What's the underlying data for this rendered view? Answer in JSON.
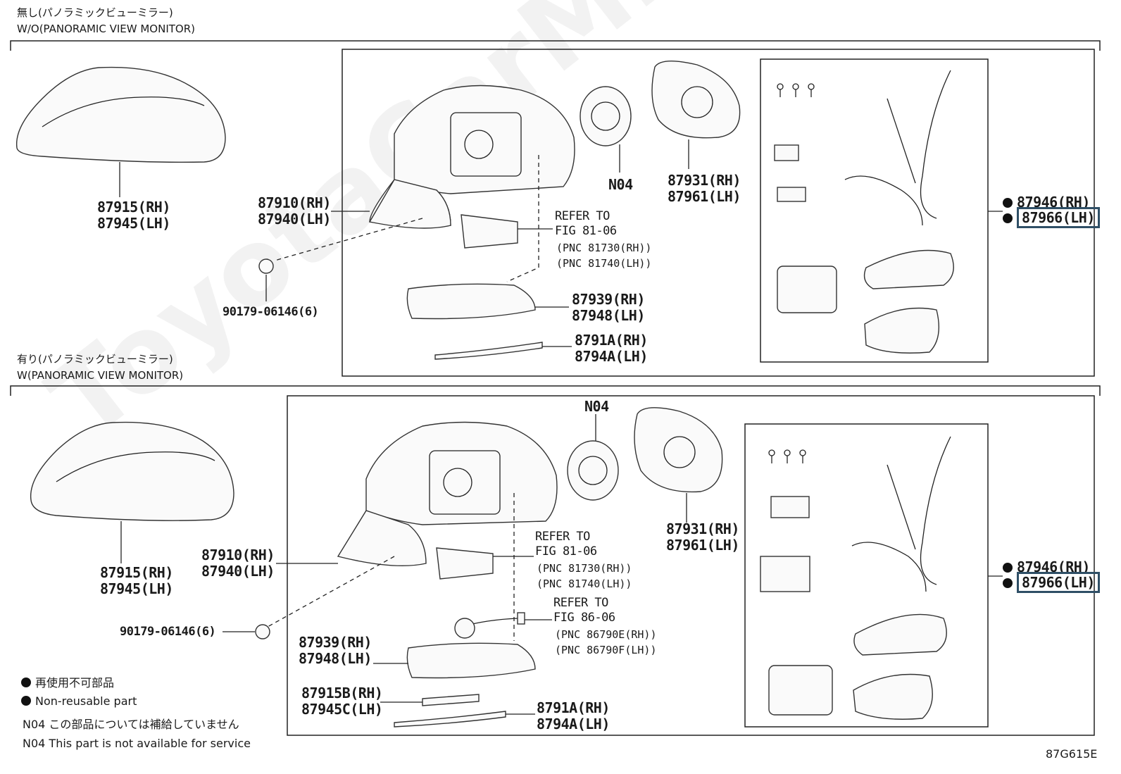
{
  "top": {
    "header_jp": "無し(パノラミックビューミラー)",
    "header_en": "W/O(PANORAMIC VIEW MONITOR)",
    "cover": [
      "87915(RH)",
      "87945(LH)"
    ],
    "mirror": [
      "87910(RH)",
      "87940(LH)"
    ],
    "clip": "90179-06146(6)",
    "n04": "N04",
    "glass": [
      "87931(RH)",
      "87961(LH)"
    ],
    "refer": [
      "REFER TO",
      "FIG 81-06",
      "(PNC 81730(RH))",
      "(PNC 81740(LH))"
    ],
    "lamp": [
      "87939(RH)",
      "87948(LH)"
    ],
    "trim": [
      "8791A(RH)",
      "8794A(LH)"
    ],
    "kit": [
      "87946(RH)",
      "87966(LH)"
    ]
  },
  "bottom": {
    "header_jp": "有り(パノラミックビューミラー)",
    "header_en": "W(PANORAMIC VIEW MONITOR)",
    "cover": [
      "87915(RH)",
      "87945(LH)"
    ],
    "mirror": [
      "87910(RH)",
      "87940(LH)"
    ],
    "clip": "90179-06146(6)",
    "n04": "N04",
    "glass": [
      "87931(RH)",
      "87961(LH)"
    ],
    "refer1": [
      "REFER TO",
      "FIG 81-06",
      "(PNC 81730(RH))",
      "(PNC 81740(LH))"
    ],
    "refer2": [
      "REFER TO",
      "FIG 86-06",
      "(PNC 86790E(RH))",
      "(PNC 86790F(LH))"
    ],
    "lamp": [
      "87939(RH)",
      "87948(LH)"
    ],
    "cam": [
      "87915B(RH)",
      "87945C(LH)"
    ],
    "trim": [
      "8791A(RH)",
      "8794A(LH)"
    ],
    "kit": [
      "87946(RH)",
      "87966(LH)"
    ]
  },
  "legend": {
    "nonreuse_jp": "再使用不可部品",
    "nonreuse_en": "Non-reusable part",
    "n04_jp": "N04 この部品については補給していません",
    "n04_en": "N04 This part is not available for service"
  },
  "figure_code": "87G615E",
  "watermark": "ToyotaCarMine.ru",
  "colors": {
    "highlight_border": "#2f4f66",
    "line": "#222222"
  }
}
